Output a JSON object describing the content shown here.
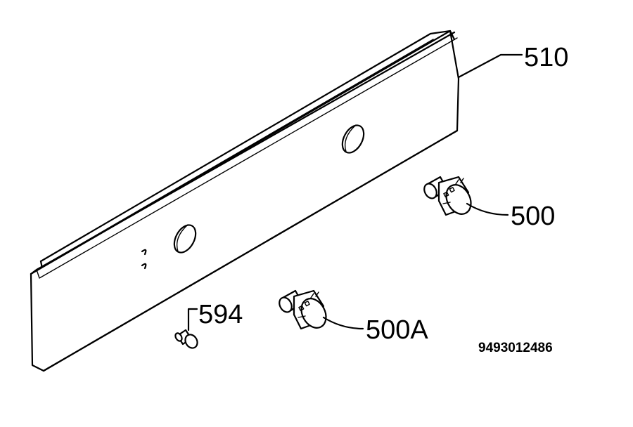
{
  "labels": {
    "panel": "510",
    "knob_upper": "500",
    "knob_lower": "500A",
    "screw": "594"
  },
  "document_number": "9493012486"
}
